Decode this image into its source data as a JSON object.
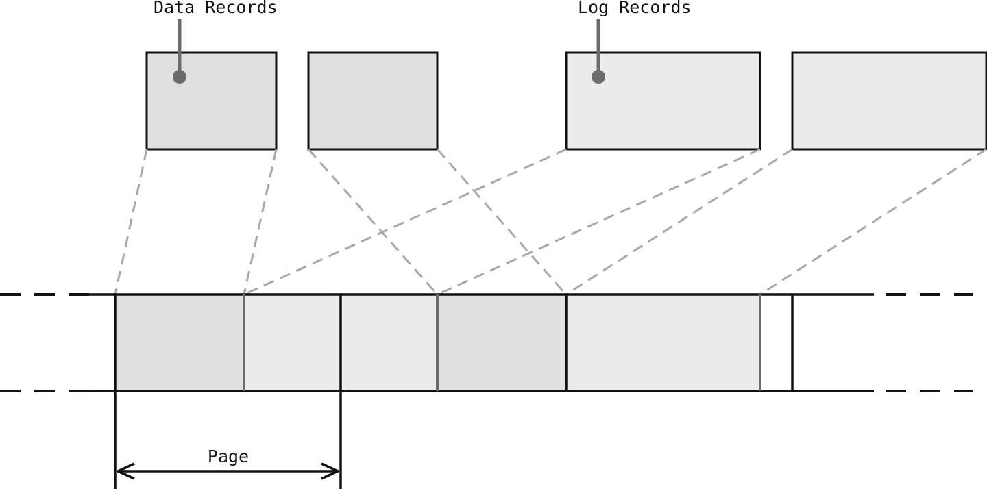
{
  "labels": {
    "data_records": "Data Records",
    "log_records": "Log Records",
    "page": "Page"
  },
  "colors": {
    "data_record_fill": "#e0e0e0",
    "log_record_fill": "#ececec",
    "outline": "#111111",
    "guide_dash": "#a8a8a8",
    "callout": "#6b6b6b"
  }
}
